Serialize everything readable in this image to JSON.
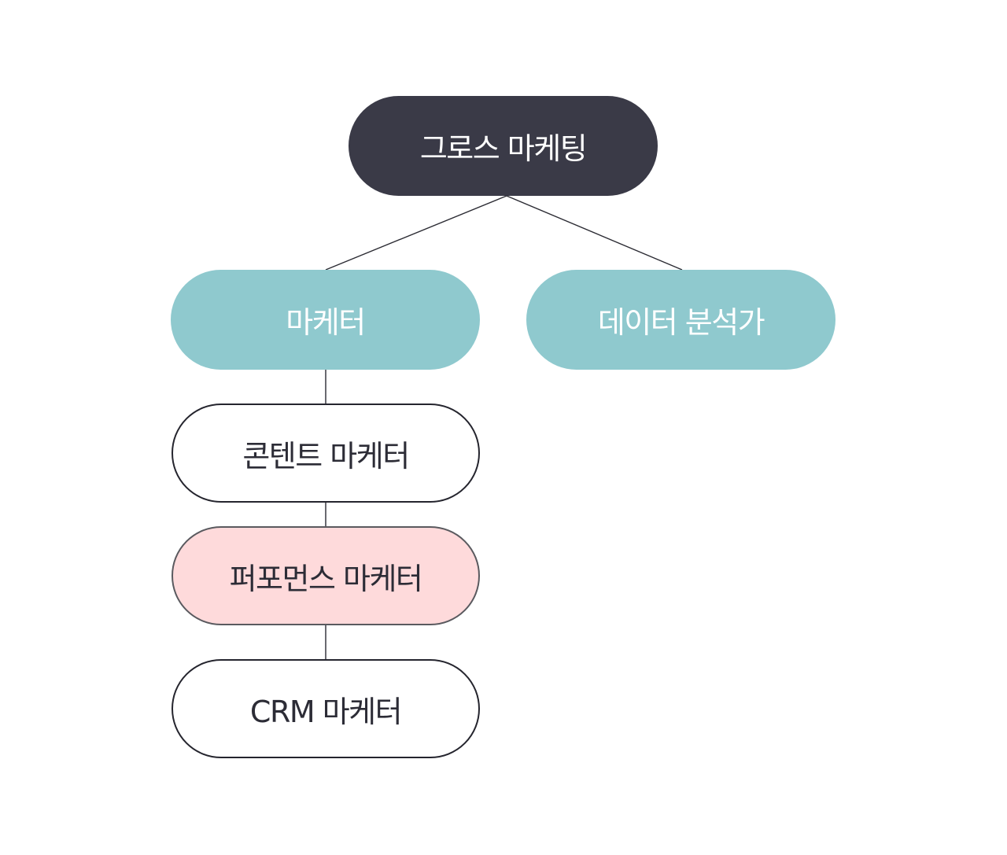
{
  "diagram": {
    "root": {
      "label": "그로스 마케팅"
    },
    "branches": [
      {
        "label": "마케터"
      },
      {
        "label": "데이터 분석가"
      }
    ],
    "marketer_children": [
      {
        "label": "콘텐트 마케터"
      },
      {
        "label": "퍼포먼스 마케터"
      },
      {
        "label": "CRM 마케터"
      }
    ]
  },
  "colors": {
    "root_fill": "#3a3a47",
    "branch_fill": "#8fc9ce",
    "highlight_fill": "#fedadb",
    "outline": "#25252e",
    "connector": "#2b2b33"
  }
}
